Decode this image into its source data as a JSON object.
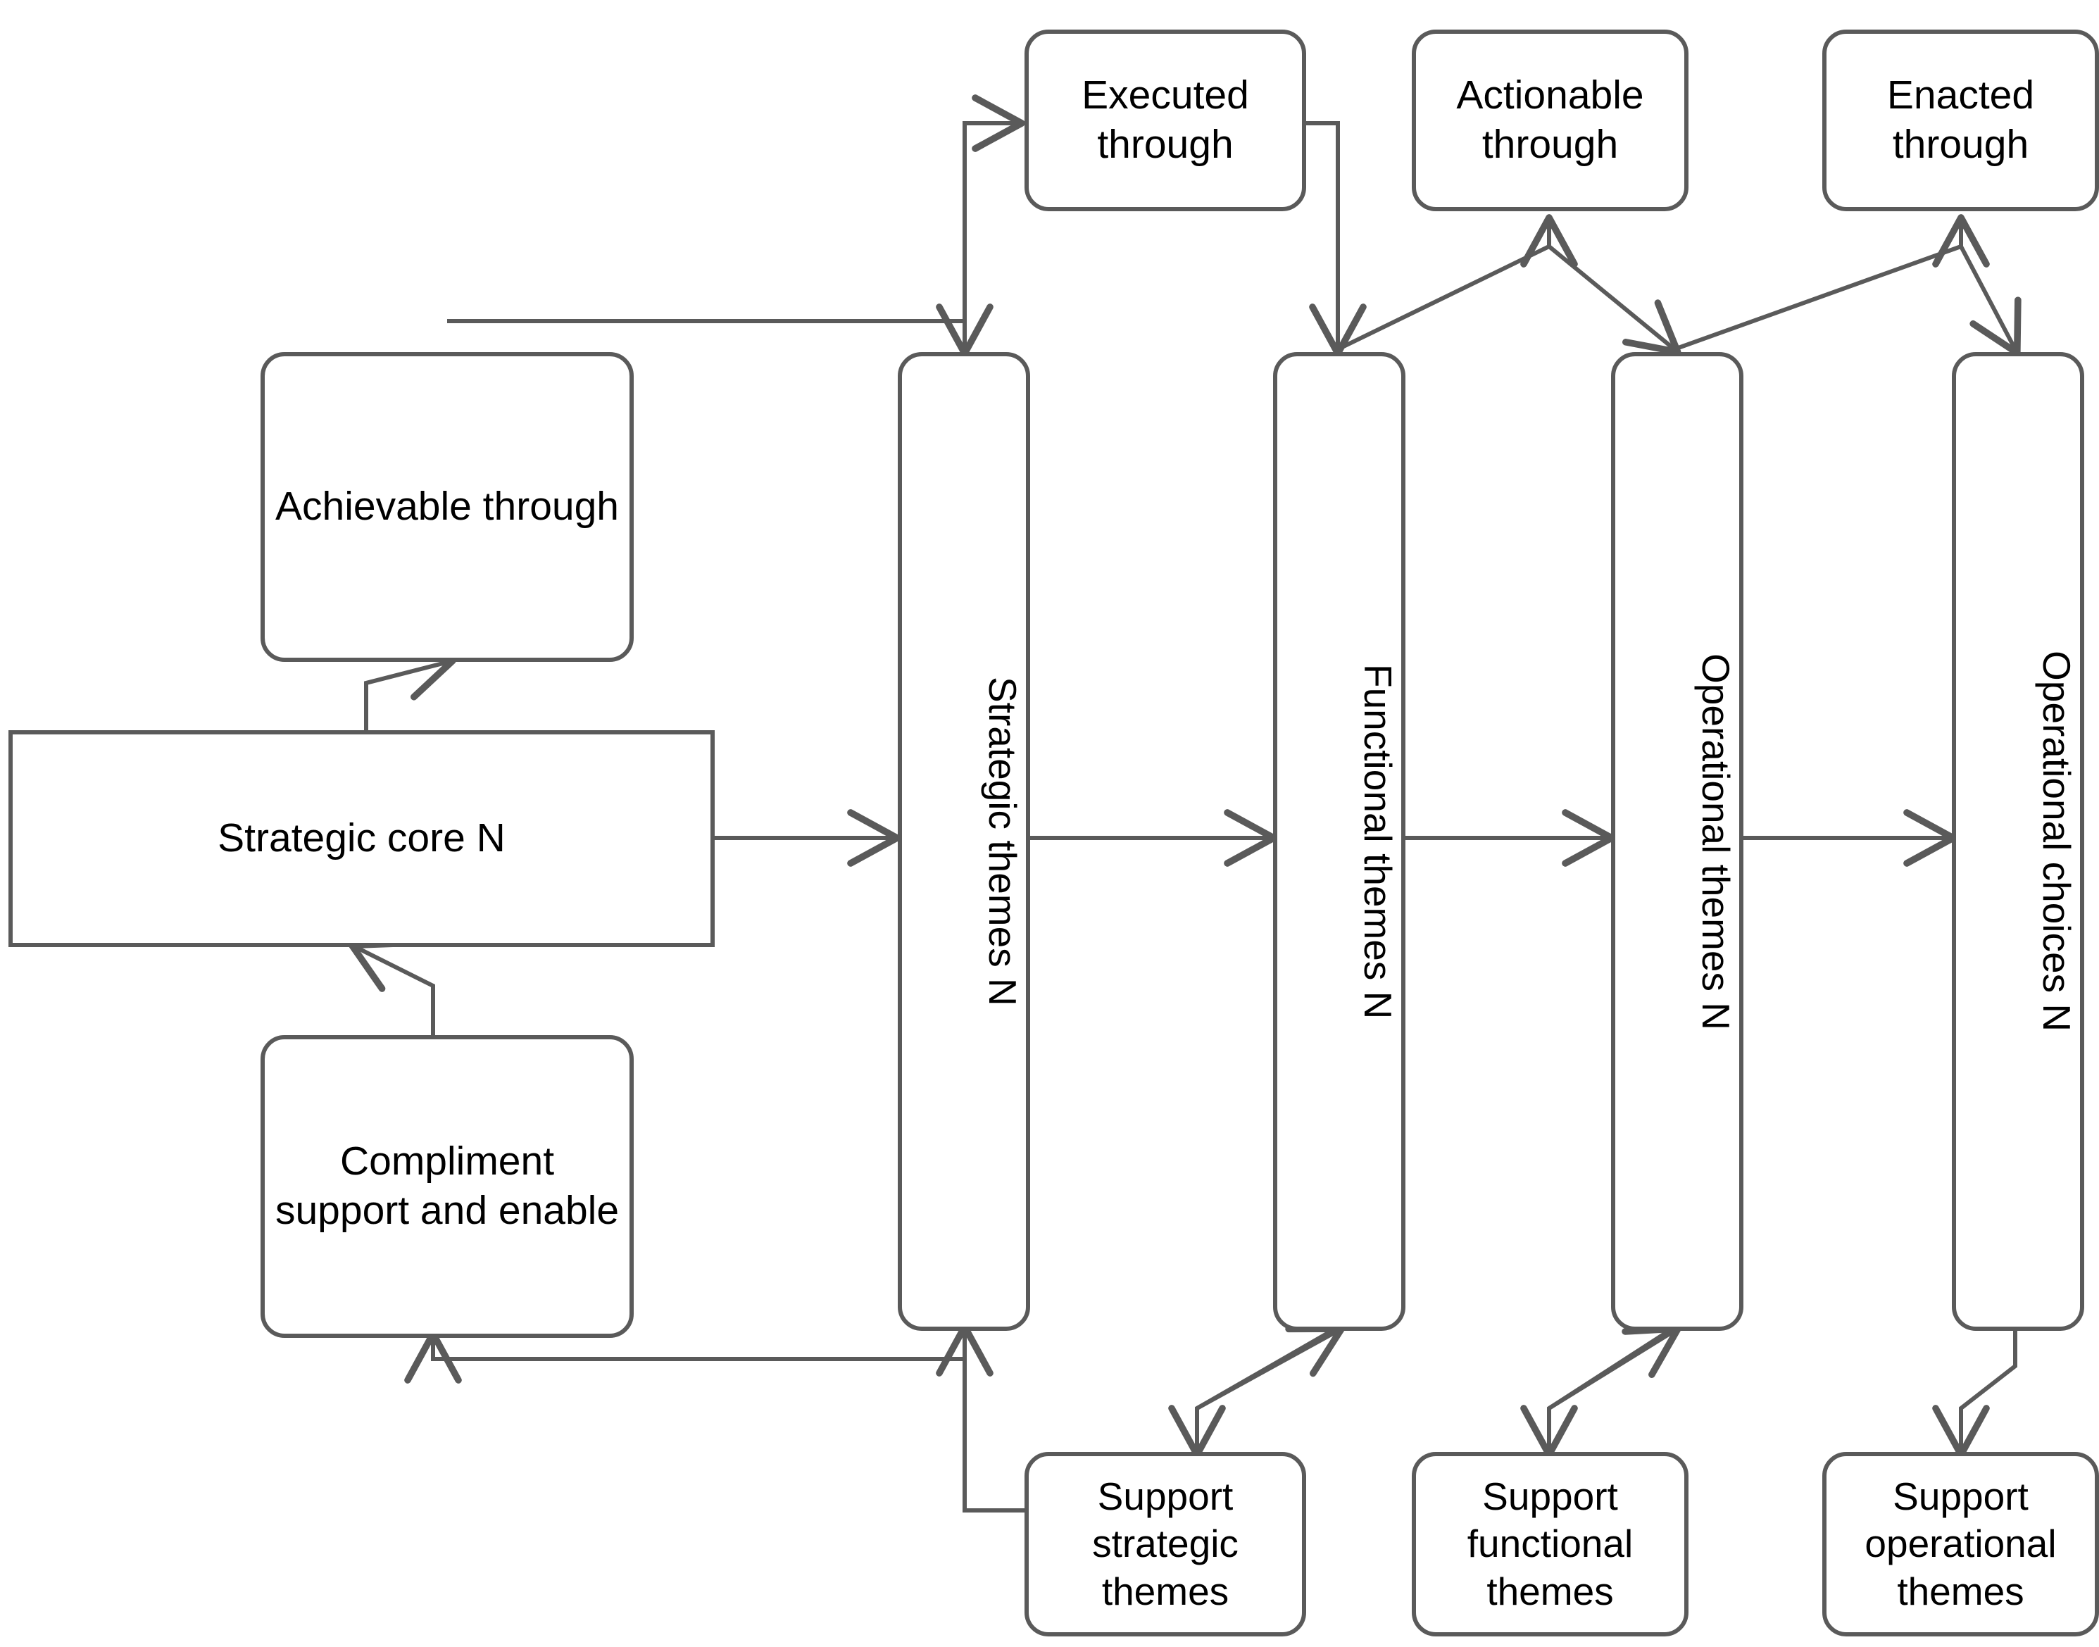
{
  "diagram": {
    "title": "Strategic core and themes cascade",
    "style": {
      "stroke": "#5a5a5a",
      "fill": "#ffffff",
      "text": "#000000",
      "background": "#ffffff"
    },
    "nodes": {
      "achievable_through": "Achievable through",
      "strategic_core": "Strategic core N",
      "compliment_support_enable": "Compliment support and enable",
      "executed_through": "Executed through",
      "actionable_through": "Actionable through",
      "enacted_through": "Enacted through",
      "strategic_themes": "Strategic themes N",
      "functional_themes": "Functional themes N",
      "operational_themes": "Operational themes N",
      "operational_choices": "Operational choices N",
      "support_strategic_themes": "Support strategic themes",
      "support_functional_themes": "Support functional themes",
      "support_operational_themes": "Support operational themes"
    },
    "edges": [
      {
        "from": "strategic_core",
        "to": "achievable_through",
        "kind": "elbow-up"
      },
      {
        "from": "compliment_support_enable",
        "to": "strategic_core",
        "kind": "elbow-up"
      },
      {
        "from": "strategic_core",
        "to": "strategic_themes",
        "kind": "straight-right"
      },
      {
        "from": "strategic_themes",
        "to": "functional_themes",
        "kind": "straight-right"
      },
      {
        "from": "functional_themes",
        "to": "operational_themes",
        "kind": "straight-right"
      },
      {
        "from": "operational_themes",
        "to": "operational_choices",
        "kind": "straight-right"
      },
      {
        "from": "achievable_through",
        "to": "executed_through",
        "kind": "elbow-over-top"
      },
      {
        "from": "achievable_through",
        "to": "strategic_themes",
        "kind": "elbow-over-top"
      },
      {
        "from": "executed_through",
        "to": "functional_themes",
        "kind": "elbow-down"
      },
      {
        "from": "functional_themes",
        "to": "actionable_through",
        "kind": "vee-up"
      },
      {
        "from": "actionable_through",
        "to": "operational_themes",
        "kind": "vee-down"
      },
      {
        "from": "operational_themes",
        "to": "enacted_through",
        "kind": "vee-up"
      },
      {
        "from": "enacted_through",
        "to": "operational_choices",
        "kind": "vee-down"
      },
      {
        "from": "functional_themes",
        "to": "support_strategic_themes",
        "kind": "vee-down"
      },
      {
        "from": "support_functional_themes",
        "to": "functional_themes",
        "kind": "vee-up"
      },
      {
        "from": "operational_themes",
        "to": "support_functional_themes",
        "kind": "vee-down"
      },
      {
        "from": "support_operational_themes",
        "to": "operational_themes",
        "kind": "vee-up"
      },
      {
        "from": "operational_choices",
        "to": "support_operational_themes",
        "kind": "vee-down"
      },
      {
        "from": "support_strategic_themes",
        "to": "strategic_themes",
        "kind": "elbow-left-up"
      },
      {
        "from": "support_strategic_themes",
        "to": "compliment_support_enable",
        "kind": "elbow-left"
      }
    ]
  }
}
